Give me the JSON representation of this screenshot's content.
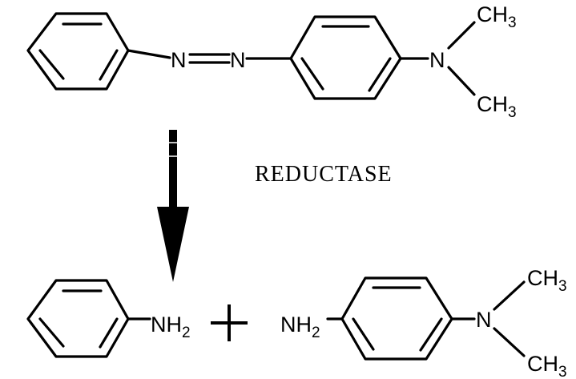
{
  "reaction": {
    "azo_n_left": "N",
    "azo_n_right": "N",
    "top_amine_n": "N",
    "methyl_base": "CH",
    "methyl_sub": "3",
    "amine_base": "NH",
    "amine_sub": "2",
    "enzyme_label": "REDUCTASE",
    "plus_sign": "+",
    "bottom_amine_n": "N"
  },
  "colors": {
    "line": "#000000",
    "background": "#ffffff"
  },
  "icons": {
    "reaction_arrow": "down-arrow-icon",
    "plus": "plus-icon"
  }
}
